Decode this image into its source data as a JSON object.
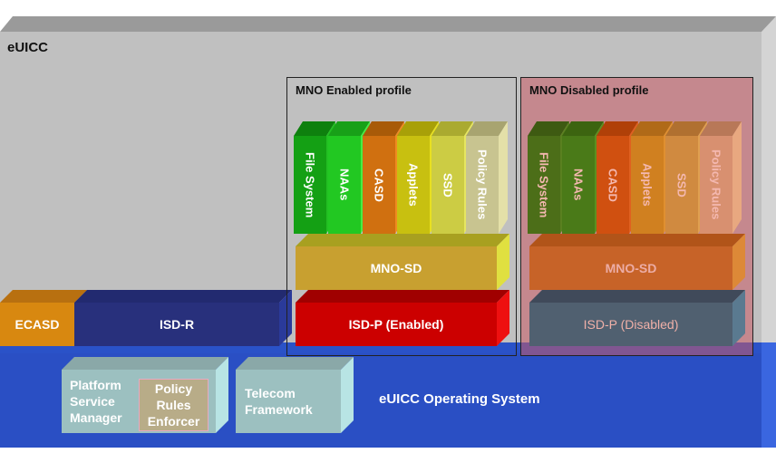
{
  "euicc": {
    "label": "eUICC"
  },
  "enabled_profile": {
    "title": "MNO Enabled profile",
    "apps": [
      {
        "label": "File System",
        "front": "#14a014",
        "top": "#0e800e",
        "side": "#22c022"
      },
      {
        "label": "NAAs",
        "front": "#22c822",
        "top": "#18a018",
        "side": "#44ee44"
      },
      {
        "label": "CASD",
        "front": "#d07010",
        "top": "#a85a08",
        "side": "#f08a20"
      },
      {
        "label": "Applets",
        "front": "#c8c010",
        "top": "#a8a008",
        "side": "#e8e020"
      },
      {
        "label": "SSD",
        "front": "#cccc44",
        "top": "#aaaa30",
        "side": "#e6e660"
      },
      {
        "label": "Policy Rules",
        "front": "#c8c490",
        "top": "#a8a470",
        "side": "#e4e0a8"
      }
    ],
    "mno_sd": {
      "label": "MNO-SD",
      "front": "#c8a030",
      "top": "#a8a020",
      "side": "#e0e040"
    },
    "isd_p": {
      "label": "ISD-P (Enabled)",
      "front": "#cc0000",
      "top": "#a00000",
      "side": "#ee1010"
    }
  },
  "disabled_profile": {
    "title": "MNO Disabled profile",
    "apps": [
      {
        "label": "File System",
        "front": "#4c6e18",
        "top": "#3e5a12",
        "side": "#5a8020"
      },
      {
        "label": "NAAs",
        "front": "#4a7a18",
        "top": "#3c6410",
        "side": "#5c9020"
      },
      {
        "label": "CASD",
        "front": "#d05010",
        "top": "#b04008",
        "side": "#e06020"
      },
      {
        "label": "Applets",
        "front": "#d08020",
        "top": "#b06a18",
        "side": "#e09030"
      },
      {
        "label": "SSD",
        "front": "#d08a40",
        "top": "#b07030",
        "side": "#e0a050"
      },
      {
        "label": "Policy Rules",
        "front": "#d89070",
        "top": "#b87858",
        "side": "#e8a880"
      }
    ],
    "mno_sd": {
      "label": "MNO-SD",
      "front": "#c86020",
      "top": "#b05010",
      "side": "#e08a30"
    },
    "isd_p": {
      "label": "ISD-P (Disabled)",
      "front": "#506070",
      "top": "#404a5a",
      "side": "#5a7a90"
    }
  },
  "ecasd": {
    "label": "ECASD"
  },
  "isd_r": {
    "label": "ISD-R"
  },
  "os": {
    "label": "eUICC Operating System",
    "platform_service_manager": "Platform Service Manager",
    "policy_rules_enforcer": "Policy Rules Enforcer",
    "telecom_framework": "Telecom Framework"
  }
}
